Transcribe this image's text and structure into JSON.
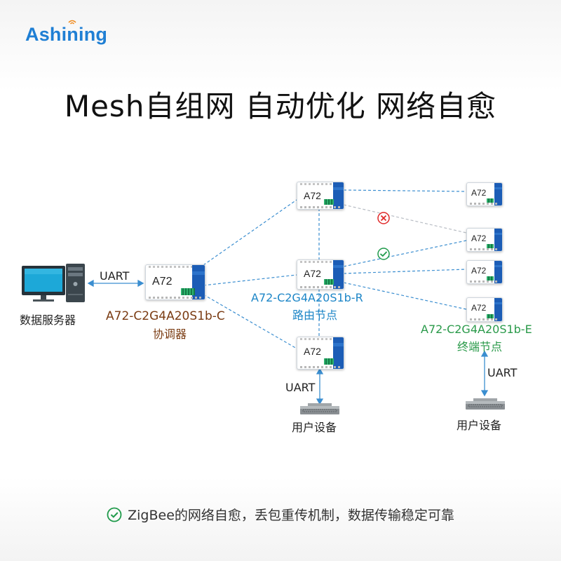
{
  "brand": {
    "logo_text": "Ashining"
  },
  "title": "Mesh自组网  自动优化  网络自愈",
  "server": {
    "label": "数据服务器",
    "link_label": "UART"
  },
  "coordinator": {
    "module_text": "A72",
    "model": "A72-C2G4A20S1b-C",
    "role": "协调器"
  },
  "router": {
    "model": "A72-C2G4A20S1b-R",
    "role": "路由节点"
  },
  "endnode": {
    "model": "A72-C2G4A20S1b-E",
    "role": "终端节点"
  },
  "modules": {
    "top": "A72",
    "middle": "A72",
    "bottom": "A72",
    "e1": "A72",
    "e2": "A72",
    "e3": "A72",
    "e4": "A72"
  },
  "devices": {
    "left": {
      "uart": "UART",
      "label": "用户设备"
    },
    "right": {
      "uart": "UART",
      "label": "用户设备"
    }
  },
  "footer": {
    "text": "ZigBee的网络自愈，丢包重传机制，数据传输稳定可靠"
  },
  "colors": {
    "link": "#3b8ed0",
    "coordinator": "#7a3b12",
    "router": "#1d86c7",
    "endnode": "#2a9a4a",
    "fail": "#e02828",
    "ok": "#1f9a4a",
    "module_chip": "#1c5db6"
  },
  "icons": [
    "wifi-icon",
    "computer-icon",
    "tower-icon",
    "error-icon",
    "check-icon",
    "device-icon",
    "arrow-icon"
  ]
}
